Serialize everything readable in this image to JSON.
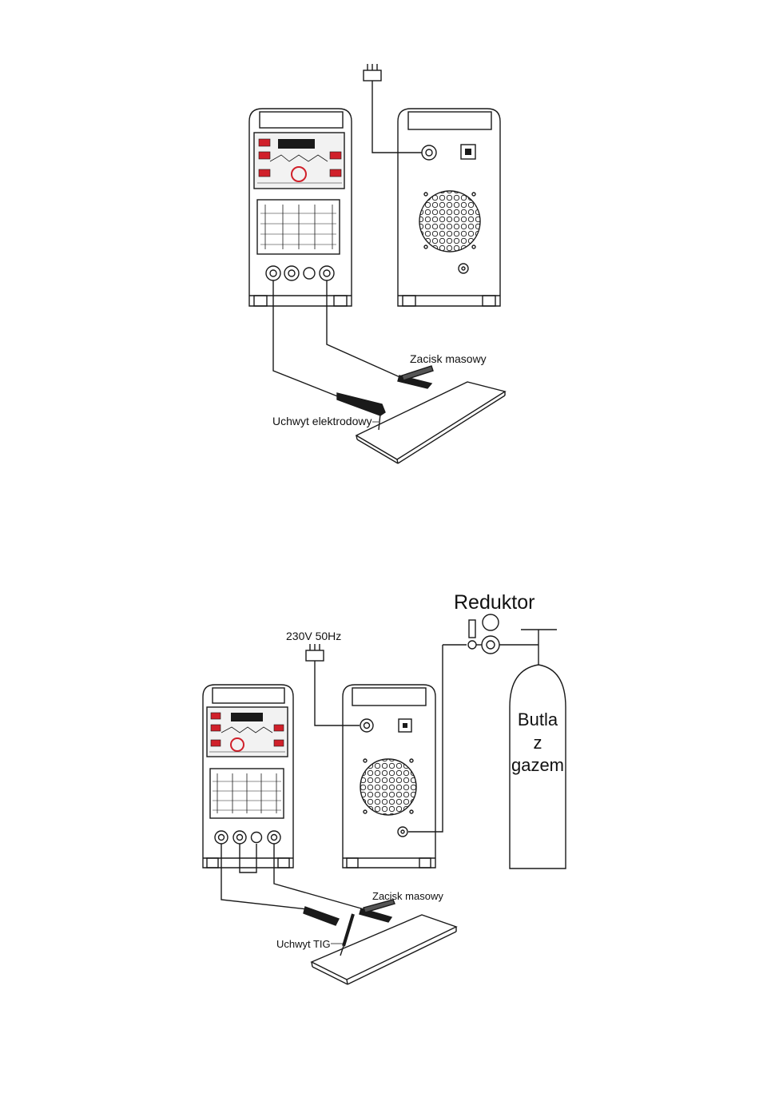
{
  "diagram1": {
    "labels": {
      "ground_clamp": "Zacisk masowy",
      "electrode_holder": "Uchwyt elektrodowy"
    }
  },
  "diagram2": {
    "labels": {
      "reducer": "Reduktor",
      "power": "230V 50Hz",
      "ground_clamp": "Zacisk masowy",
      "tig_torch": "Uchwyt TIG",
      "cylinder_line1": "Butla",
      "cylinder_line2": "z",
      "cylinder_line3": "gazem"
    }
  },
  "colors": {
    "line": "#1a1a1a",
    "accent": "#d0202a",
    "panel_bg": "#f2f2f2"
  }
}
